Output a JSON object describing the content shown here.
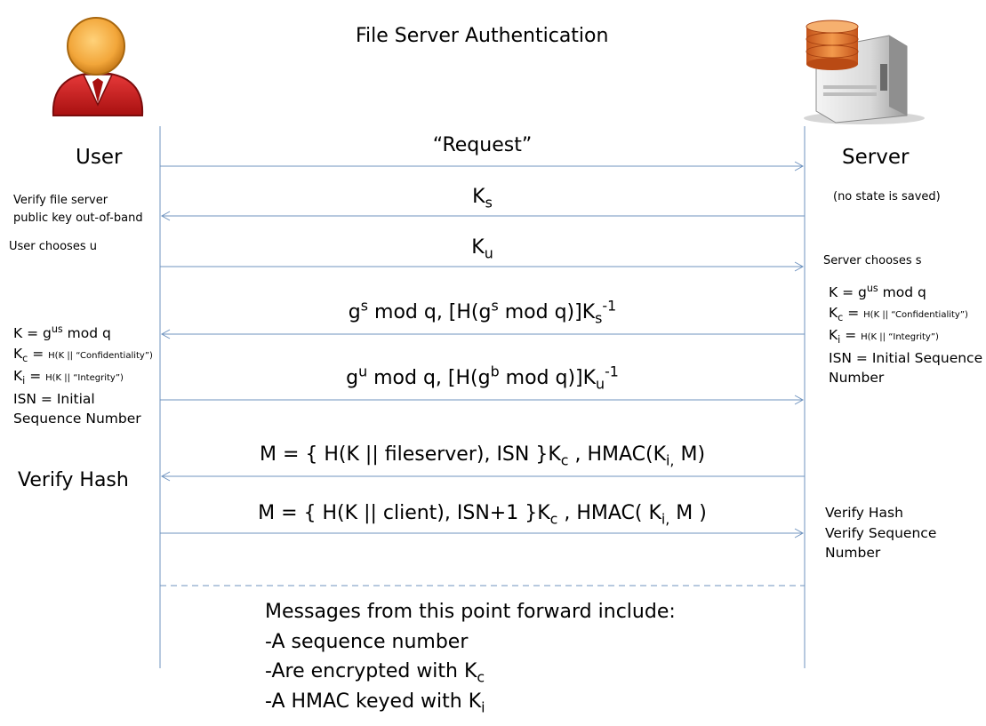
{
  "title": "File Server Authentication",
  "colors": {
    "line": "#6f93bf",
    "user_red": "#cc1f1f",
    "user_face": "#f2a63a",
    "db_orange": "#e8772e"
  },
  "actors": {
    "user": {
      "label": "User",
      "icon": "user-avatar-icon"
    },
    "server": {
      "label": "Server",
      "icon": "server-database-icon"
    }
  },
  "notes": {
    "verify_pubkey_line1": "Verify file server",
    "verify_pubkey_line2": "public key out-of-band",
    "user_chooses": "User chooses u",
    "no_state": "(no state is saved)",
    "server_chooses": "Server  chooses s",
    "verify_hash_user": "Verify Hash",
    "server_verify_hash": "Verify Hash",
    "server_verify_seq_line1": "Verify Sequence",
    "server_verify_seq_line2": "Number"
  },
  "user_keys": {
    "k_prefix": "K = g",
    "k_sup": "us",
    "k_suffix": " mod q",
    "kc_k": "K",
    "kc_sub": "c",
    "kc_eq": " = ",
    "kc_hash": "H(K || “Confidentiality”)",
    "ki_k": "K",
    "ki_sub": "i",
    "ki_eq": " = ",
    "ki_hash": "H(K || “Integrity”)",
    "isn_line1": "ISN = Initial",
    "isn_line2": "Sequence Number"
  },
  "server_keys": {
    "k_prefix": "K = g",
    "k_sup": "us",
    "k_suffix": " mod q",
    "kc_k": "K",
    "kc_sub": "c",
    "kc_eq": " = ",
    "kc_hash": "H(K || “Confidentiality”)",
    "ki_k": "K",
    "ki_sub": "i",
    "ki_eq": " = ",
    "ki_hash": "H(K || “Integrity”)",
    "isn_line1": "ISN = Initial Sequence",
    "isn_line2": "Number"
  },
  "messages": {
    "m1": {
      "text": "“Request”",
      "direction": "user-to-server"
    },
    "m2": {
      "k": "K",
      "sub": "s",
      "direction": "server-to-user"
    },
    "m3": {
      "k": "K",
      "sub": "u",
      "direction": "user-to-server"
    },
    "m4": {
      "g": "g",
      "sup1": "s",
      "mid": " mod q, [H(g",
      "sup2": "s",
      "end": " mod q)]K",
      "sub": "s",
      "sup3": "-1",
      "direction": "server-to-user"
    },
    "m5": {
      "g": "g",
      "sup1": "u",
      "mid": " mod q, [H(g",
      "sup2": "b",
      "end": " mod q)]K",
      "sub": "u",
      "sup3": "-1",
      "direction": "user-to-server"
    },
    "m6": {
      "pre": "M = { H(K || fileserver), ISN }K",
      "sub1": "c",
      "mid": " , HMAC(K",
      "sub2": "i,",
      "end": " M)",
      "direction": "server-to-user"
    },
    "m7": {
      "pre": "M = { H(K || client), ISN+1 }K",
      "sub1": "c",
      "mid": " , HMAC( K",
      "sub2": "i,",
      "end": " M )",
      "direction": "user-to-server"
    }
  },
  "footer": {
    "line1": "Messages from this point forward include:",
    "line2": "-A sequence number",
    "line3_pre": "-Are encrypted with K",
    "line3_sub": "c",
    "line4_pre": "-A HMAC keyed with K",
    "line4_sub": "i"
  }
}
